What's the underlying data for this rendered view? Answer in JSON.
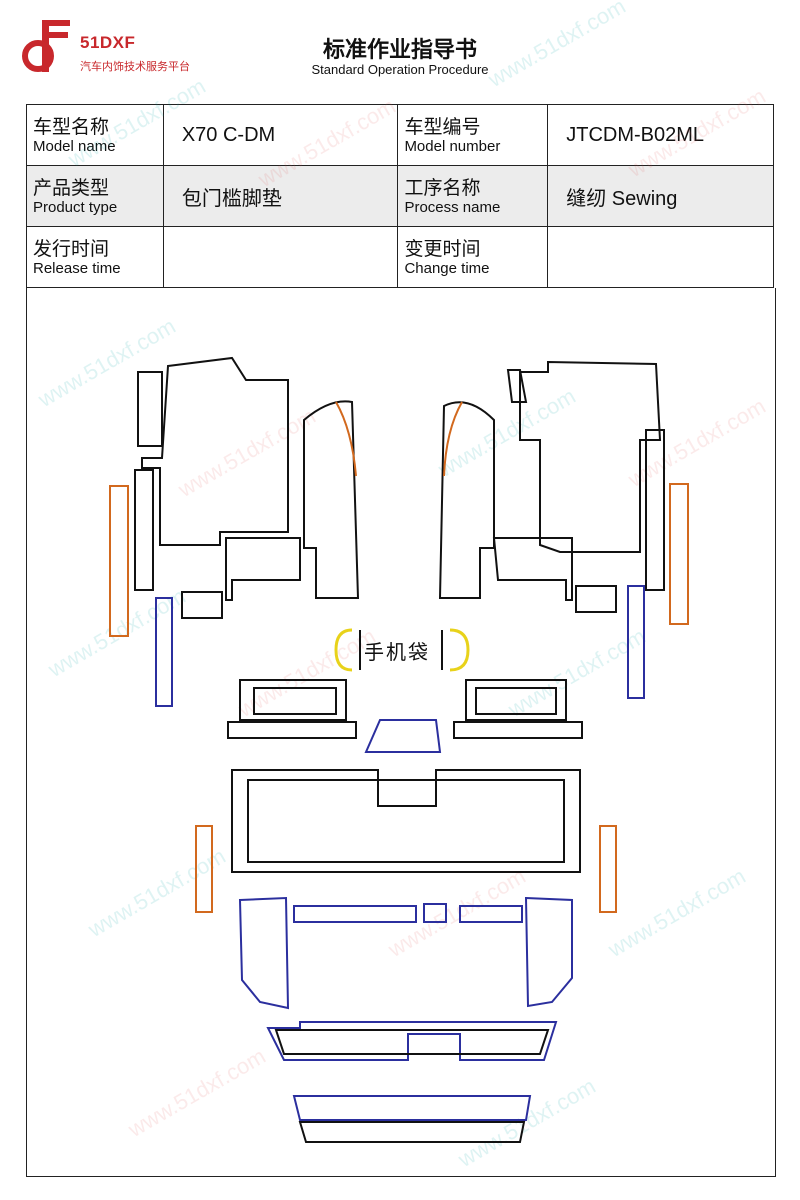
{
  "brand": {
    "name": "51DXF",
    "tagline": "汽车内饰技术服务平台"
  },
  "document": {
    "title": "标准作业指导书",
    "subtitle": "Standard Operation Procedure"
  },
  "info": {
    "model_name": {
      "cn": "车型名称",
      "en": "Model name",
      "value": "X70 C-DM"
    },
    "model_number": {
      "cn": "车型编号",
      "en": "Model number",
      "value": "JTCDM-B02ML"
    },
    "product_type": {
      "cn": "产品类型",
      "en": "Product type",
      "value": "包门槛脚垫"
    },
    "process_name": {
      "cn": "工序名称",
      "en": "Process name",
      "value": "缝纫 Sewing"
    },
    "release_time": {
      "cn": "发行时间",
      "en": "Release time",
      "value": ""
    },
    "change_time": {
      "cn": "变更时间",
      "en": "Change time",
      "value": ""
    }
  },
  "drawing": {
    "phone_pocket_label": "手机袋"
  },
  "watermark": "www.51dxf.com",
  "colors": {
    "brand_red": "#c8282c",
    "outline": "#111111",
    "edge_blue": "#2b2f9e",
    "edge_orange": "#d2691e",
    "edge_yellow": "#e8d21a"
  }
}
